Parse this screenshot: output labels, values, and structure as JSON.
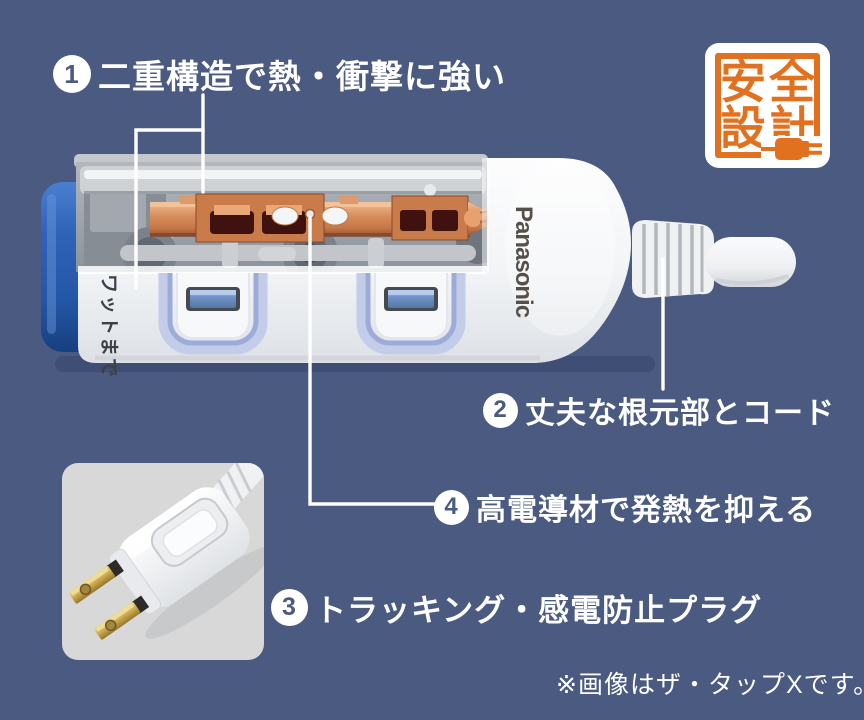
{
  "background_color": "#4a5a80",
  "badge": {
    "word_top": "安全",
    "word_bottom": "設計",
    "accent_color": "#e2711f"
  },
  "callouts": {
    "c1": {
      "num": "1",
      "label": "二重構造で熱・衝撃に強い"
    },
    "c2": {
      "num": "2",
      "label": "丈夫な根元部とコード"
    },
    "c3": {
      "num": "3",
      "label": "トラッキング・感電防止プラグ"
    },
    "c4": {
      "num": "4",
      "label": "高電導材で発熱を抑える"
    }
  },
  "product": {
    "brand": "Panasonic",
    "body_label": "ワットまで"
  },
  "footnote": "※画像はザ・タップXです。"
}
